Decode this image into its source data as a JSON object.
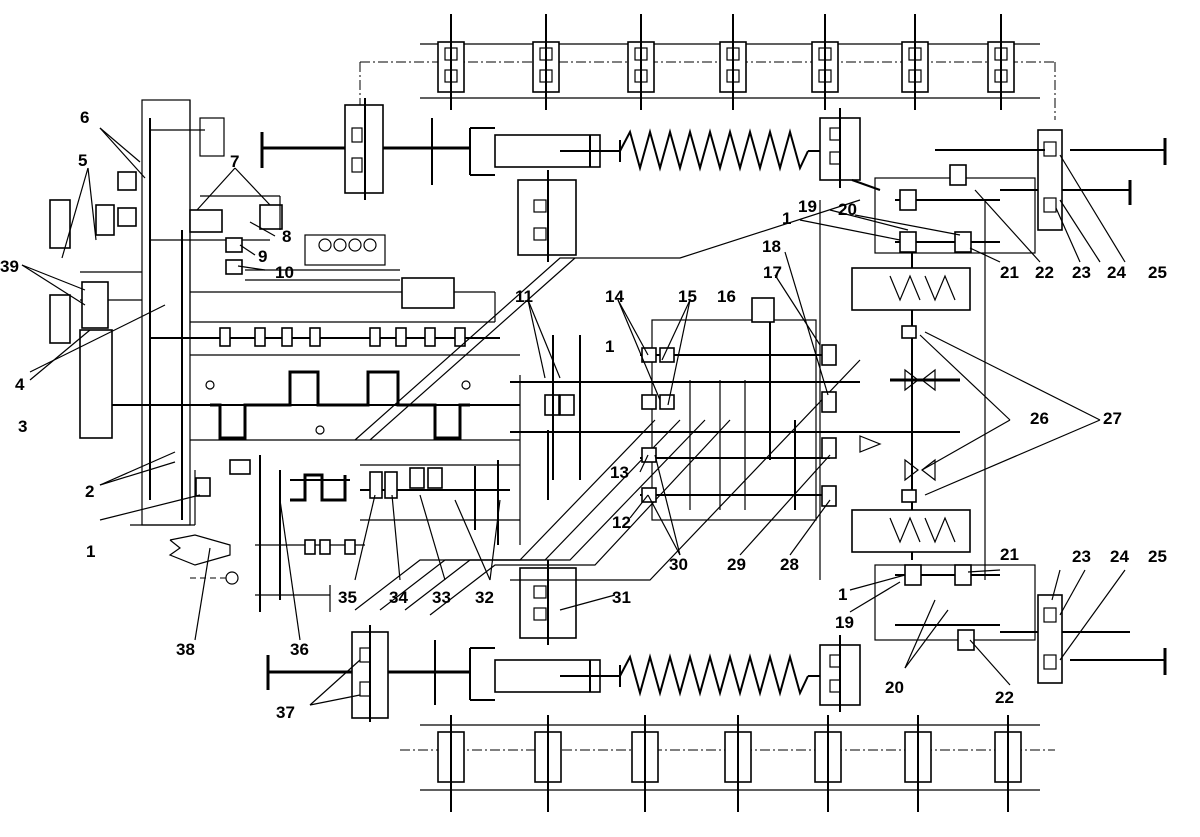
{
  "callouts": [
    "1",
    "2",
    "3",
    "4",
    "5",
    "6",
    "7",
    "8",
    "9",
    "10",
    "11",
    "12",
    "13",
    "14",
    "15",
    "16",
    "17",
    "18",
    "19",
    "20",
    "21",
    "22",
    "23",
    "24",
    "25",
    "26",
    "27",
    "28",
    "29",
    "30",
    "31",
    "32",
    "33",
    "34",
    "35",
    "36",
    "37",
    "38",
    "39"
  ],
  "colors": {
    "line": "#000000",
    "background": "#ffffff"
  }
}
